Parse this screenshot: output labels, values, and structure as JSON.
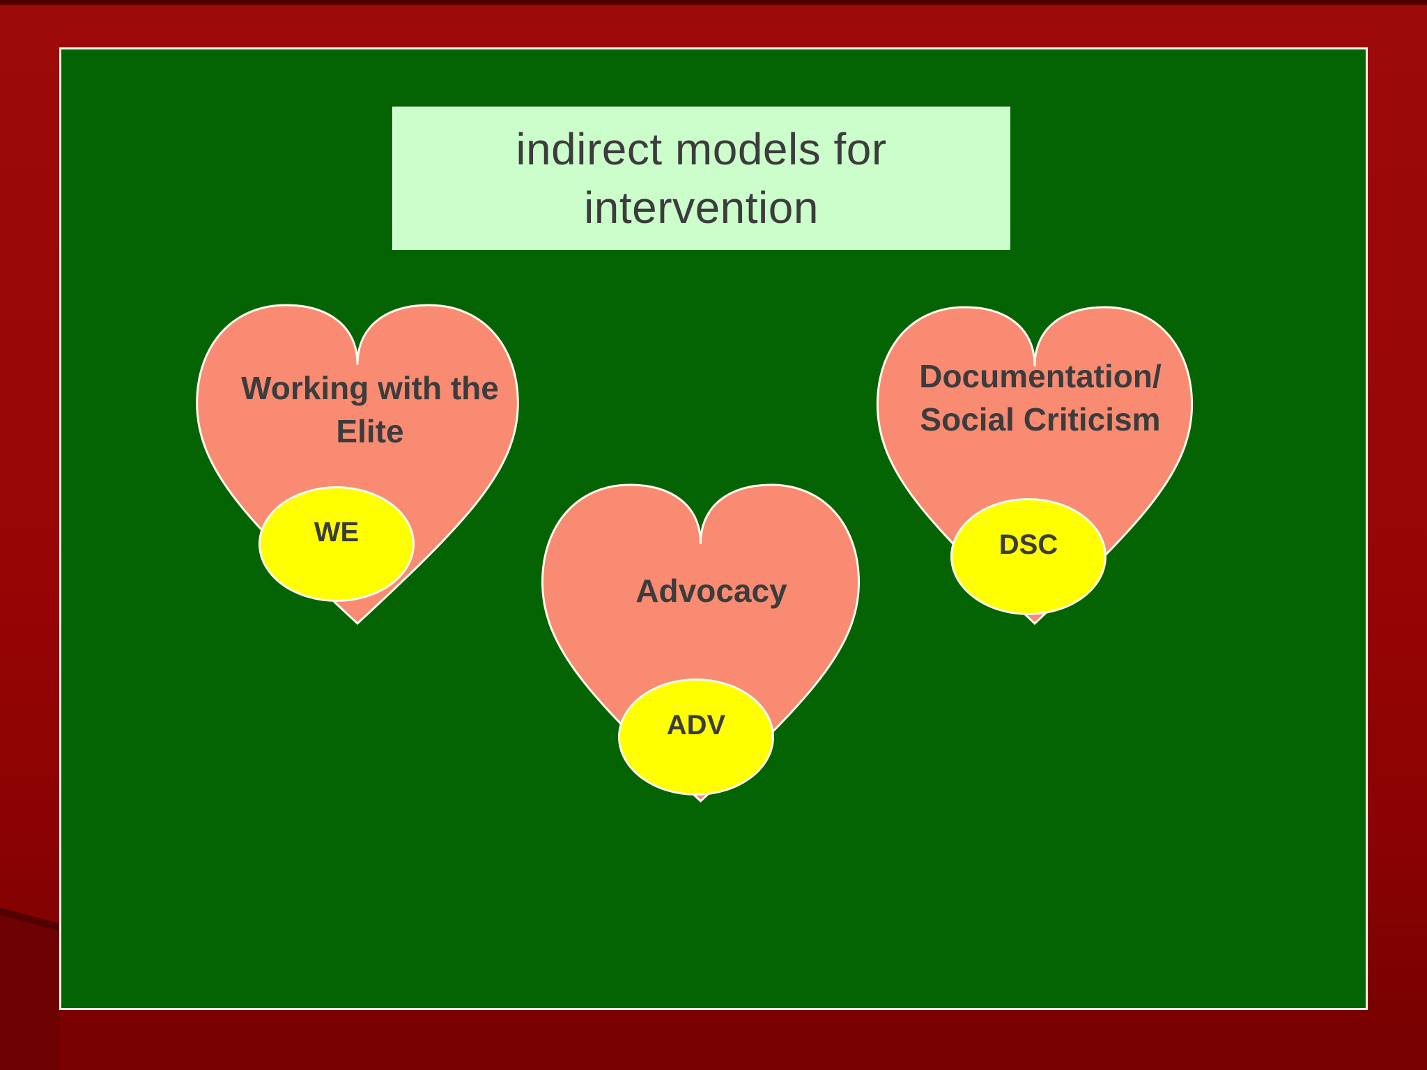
{
  "title": {
    "line1": "indirect models for",
    "line2": "intervention"
  },
  "models": [
    {
      "label_line1": "Working with the",
      "label_line2": "Elite",
      "code": "WE"
    },
    {
      "label_line1": "Advocacy",
      "label_line2": "",
      "code": "ADV"
    },
    {
      "label_line1": "Documentation/",
      "label_line2": "Social Criticism",
      "code": "DSC"
    }
  ],
  "colors": {
    "frame_red_top": "#9B0909",
    "frame_red_bottom": "#7B0101",
    "frame_dark_wedge": "#6E0101",
    "slide_green": "#046404",
    "slide_border_cream": "#FCF7E8",
    "title_box_green": "#CCFECC",
    "heart_salmon": "#F98B72",
    "ellipse_yellow": "#FFFF00",
    "shape_outline_cream": "#FFFDF2",
    "text_dark": "#3C3C3C"
  }
}
